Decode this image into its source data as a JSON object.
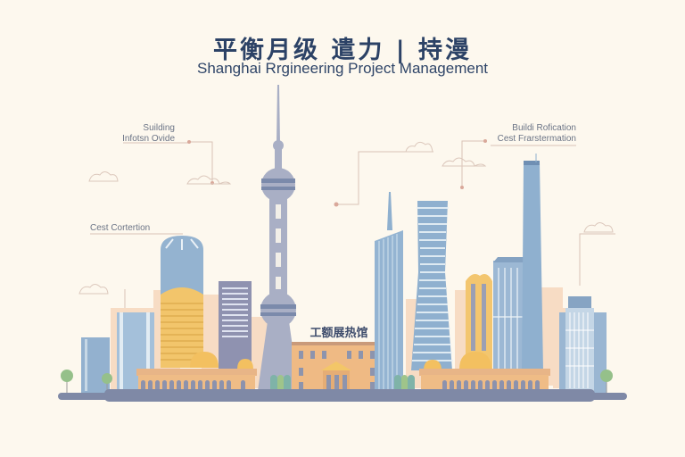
{
  "header": {
    "title_zh": "平衡月级 遣力 | 持漫",
    "title_en": "Shanghai Rrgineering Project Management"
  },
  "annotations": [
    {
      "id": "building-info",
      "lines": [
        "Suilding",
        "Infotsn Ovide"
      ]
    },
    {
      "id": "cost-contention",
      "lines": [
        "Cest Cortertion"
      ]
    },
    {
      "id": "build-transformation",
      "lines": [
        "Buildi Rofication",
        "Cest Frarstermation"
      ]
    }
  ],
  "plaque": {
    "text": "工额展热馆"
  },
  "colors": {
    "background": "#fdf8ee",
    "title": "#2c4266",
    "tower": "#a9b0c6",
    "tower_band": "#7d8cae",
    "glass_blue": "#8fb0cf",
    "gold": "#f3c36a",
    "peach": "#f6d8bd",
    "orange_building": "#efb981",
    "ground": "#7f89a6",
    "tree": "#95c08a",
    "leader_line": "#d6b8a8"
  }
}
